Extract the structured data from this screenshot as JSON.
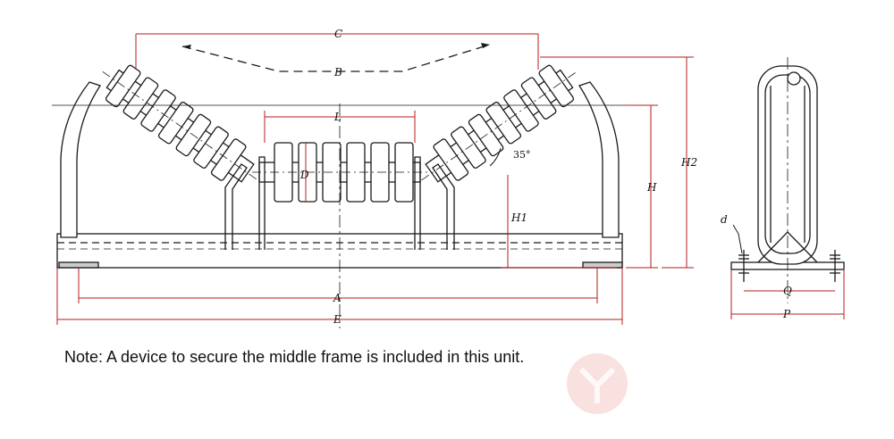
{
  "dimensions": {
    "c": "C",
    "b": "B",
    "l": "L",
    "d_roller": "D",
    "angle": "35°",
    "h1": "H1",
    "h": "H",
    "h2": "H2",
    "a": "A",
    "e": "E",
    "d_bolt": "d",
    "q": "Q",
    "p": "P"
  },
  "note": "Note: A device to secure the middle frame is included in this unit.",
  "colors": {
    "line": "#1a1a1a",
    "dimension": "#b51c1c",
    "watermark": "#f3c9c4"
  }
}
